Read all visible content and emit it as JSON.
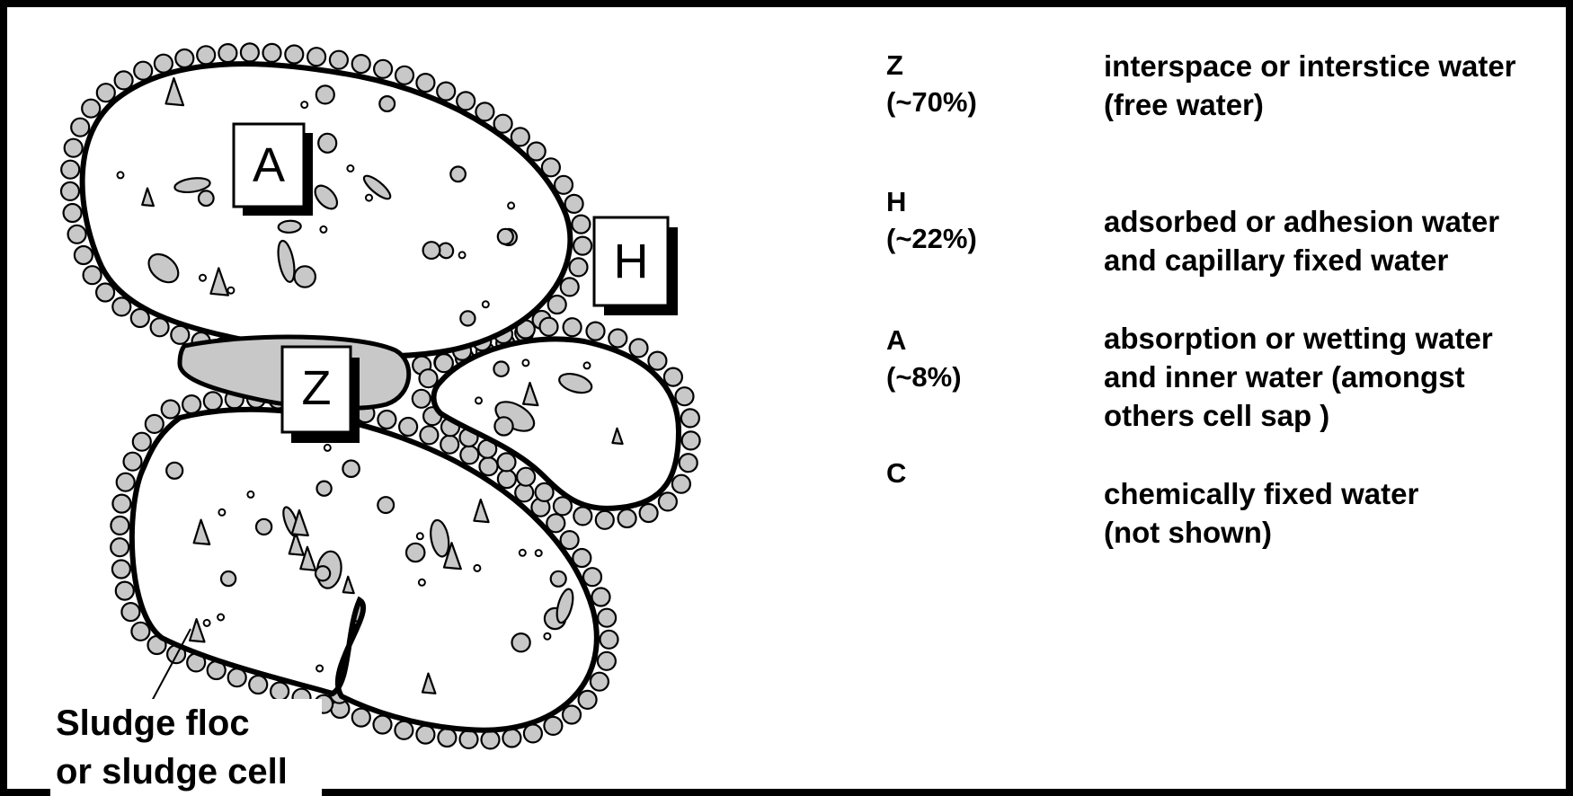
{
  "colors": {
    "ink": "#000000",
    "particle_fill": "#c8c8c8",
    "background": "#ffffff"
  },
  "diagram": {
    "labels": {
      "A": "A",
      "H": "H",
      "Z": "Z"
    },
    "floc_caption": "Sludge floc\nor sludge cell"
  },
  "legend": [
    {
      "code": "Z\n(~70%)",
      "description": "interspace or interstice water\n(free water)"
    },
    {
      "code": "H\n(~22%)",
      "description": "adsorbed or adhesion water\nand capillary fixed water"
    },
    {
      "code": "A\n(~8%)",
      "description": "absorption or wetting water\nand inner water (amongst\nothers cell sap )"
    },
    {
      "code": "C",
      "description": "chemically fixed water\n(not shown)"
    }
  ]
}
